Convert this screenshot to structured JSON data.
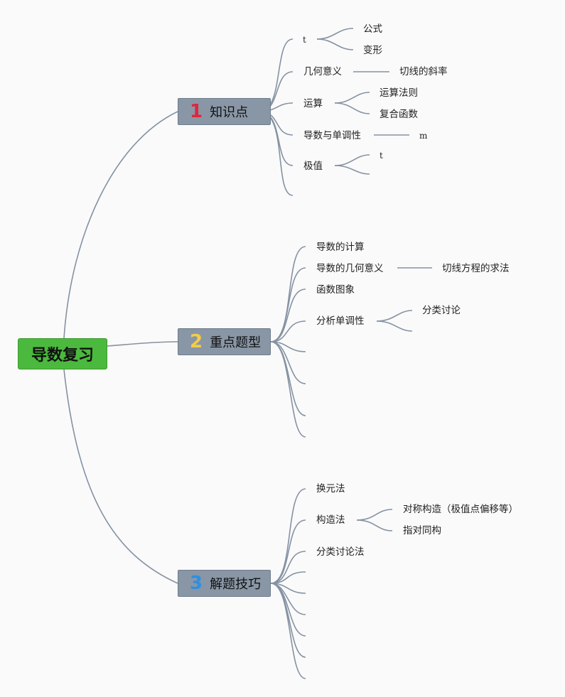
{
  "root": {
    "label": "导数复习"
  },
  "branches": [
    {
      "number": "1",
      "number_color": "#e0253b",
      "label": "知识点"
    },
    {
      "number": "2",
      "number_color": "#f2cd47",
      "label": "重点题型"
    },
    {
      "number": "3",
      "number_color": "#2f8fe0",
      "label": "解题技巧"
    }
  ],
  "knowledge": {
    "t_label": "t",
    "formula": "公式",
    "transform": "变形",
    "geometric": "几何意义",
    "tangent_slope": "切线的斜率",
    "operation": "运算",
    "op_rules": "运算法则",
    "composite": "复合函数",
    "monotonic": "导数与单调性",
    "m_label": "m",
    "extreme": "极值",
    "extreme_t": "t"
  },
  "problem_types": {
    "calc": "导数的计算",
    "geometric": "导数的几何意义",
    "tangent_eq": "切线方程的求法",
    "graph": "函数图象",
    "mono_analysis": "分析单调性",
    "case_discussion": "分类讨论"
  },
  "techniques": {
    "substitution": "换元法",
    "construction": "构造法",
    "symmetric": "对称构造（极值点偏移等）",
    "log_homolog": "指对同构",
    "case_method": "分类讨论法"
  },
  "colors": {
    "line": "#8592a3",
    "root_bg": "#4bb93d",
    "branch_bg": "#8996a6"
  }
}
